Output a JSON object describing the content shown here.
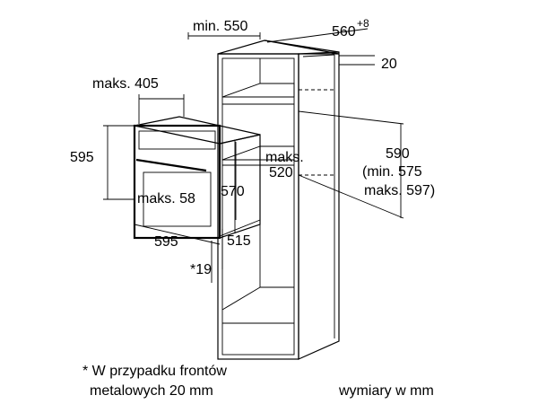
{
  "dimensions": {
    "cabinet_depth_min": "min. 550",
    "cabinet_width": "560",
    "cabinet_width_tolerance": "+8",
    "top_clearance": "20",
    "niche_height": "590",
    "niche_height_min": "(min. 575",
    "niche_height_max": "maks. 597)",
    "oven_depth_front": "maks. 405",
    "oven_height": "595",
    "oven_inner_depth": "maks.",
    "oven_inner_depth_value": "520",
    "oven_front_depth": "maks. 58",
    "oven_body_height": "570",
    "oven_width": "595",
    "oven_body_depth": "515",
    "front_offset": "*19"
  },
  "notes": {
    "footnote_line1": "* W przypadku frontów",
    "footnote_line2": "metalowych 20 mm",
    "units": "wymiary w mm"
  }
}
